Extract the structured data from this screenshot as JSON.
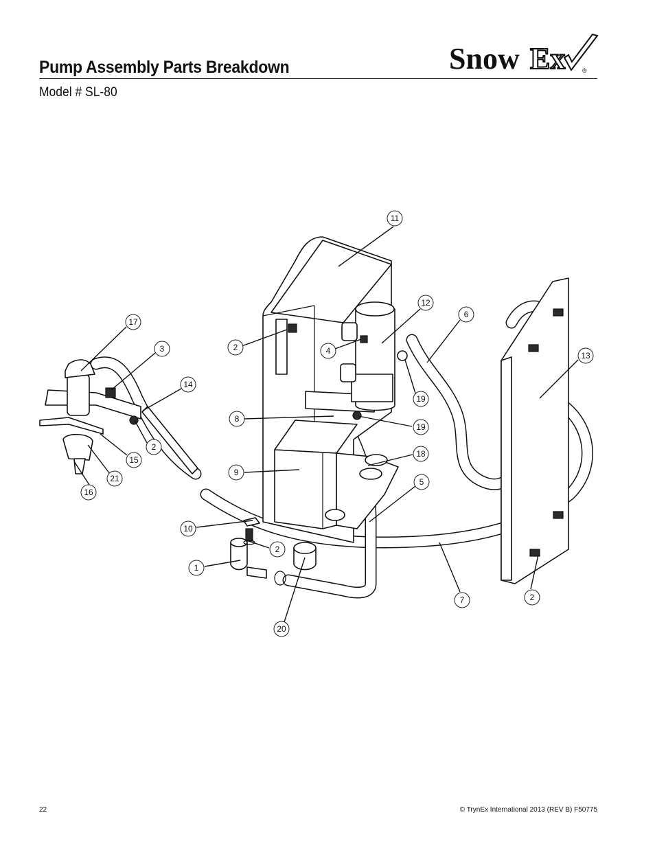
{
  "header": {
    "title": "Pump Assembly Parts Breakdown",
    "model": "Model # SL-80",
    "brand_left": "Snow",
    "brand_right": "Ex",
    "registered": "®"
  },
  "footer": {
    "page_number": "22",
    "copyright": "© TrynEx International 2013 (REV B) F50775"
  },
  "callouts": [
    "11",
    "12",
    "6",
    "17",
    "3",
    "2",
    "4",
    "13",
    "14",
    "19",
    "8",
    "19",
    "2",
    "18",
    "15",
    "9",
    "21",
    "16",
    "5",
    "10",
    "2",
    "1",
    "7",
    "2",
    "20"
  ]
}
